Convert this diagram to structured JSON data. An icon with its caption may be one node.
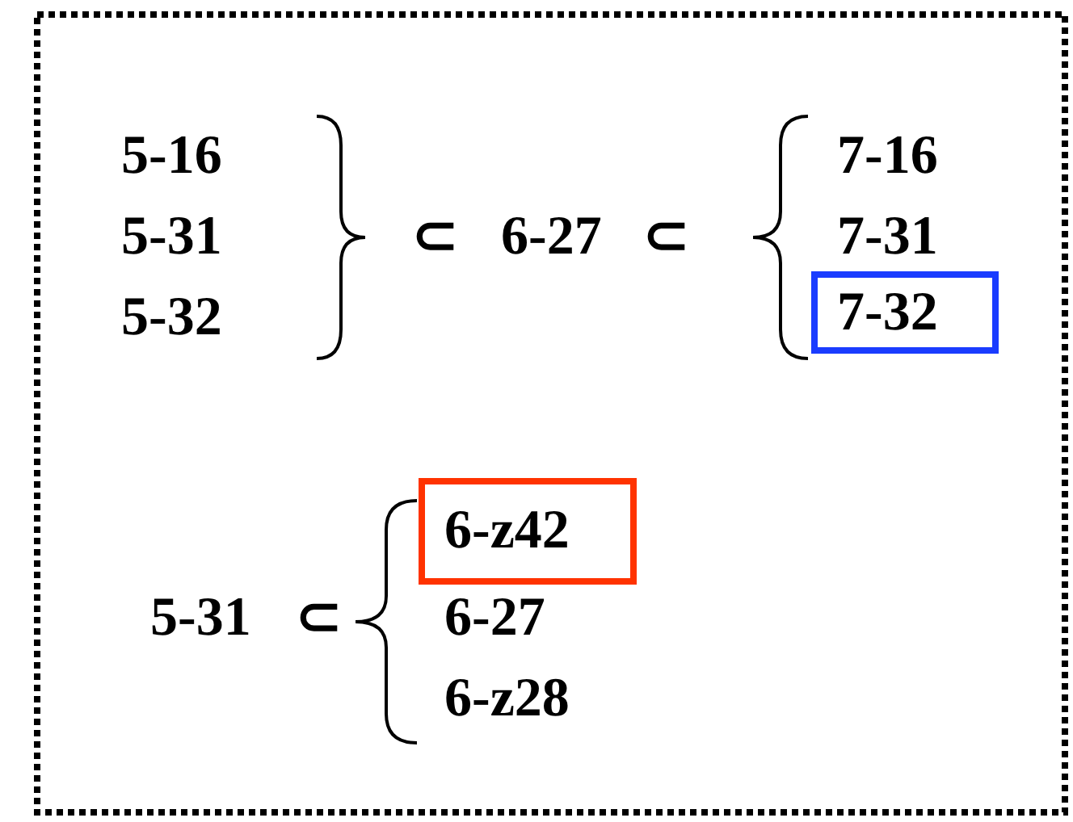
{
  "diagram": {
    "nodes": [
      {
        "text": [
          "7-32"
        ]
      },
      {
        "text": [
          "6-z42"
        ]
      }
    ],
    "labels": [
      "5-16",
      "5-31",
      "5-32",
      "⊂",
      "6-27",
      "⊂",
      "7-16",
      "7-31",
      "5-31",
      "⊂",
      "6-27",
      "6-z28"
    ]
  }
}
